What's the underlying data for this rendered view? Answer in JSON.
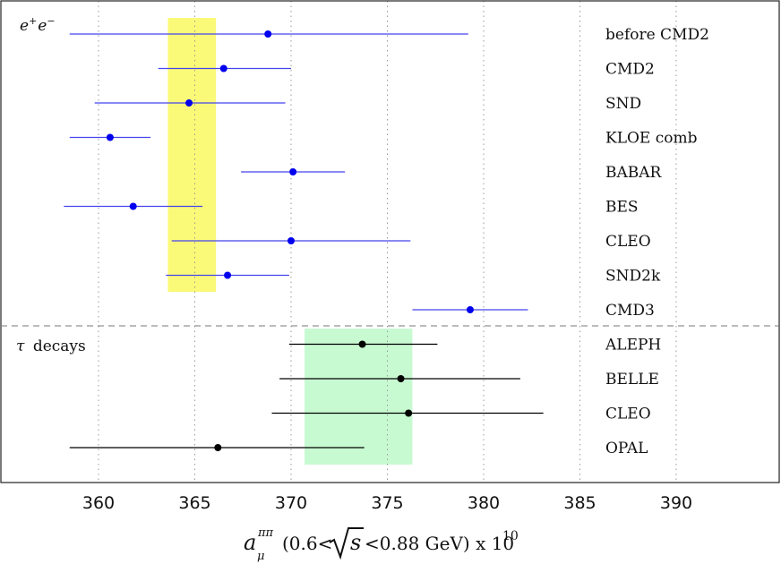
{
  "chart_data": {
    "type": "scatter",
    "title": "",
    "xlabel": {
      "symbol": "a",
      "subscript": "μ",
      "superscript": "ππ",
      "range_open": "(0.6<",
      "root": "s",
      "range_close": "<0.88 GeV) x 10",
      "exponent": "10"
    },
    "ylabel": "",
    "xlim": [
      355,
      395
    ],
    "xticks": [
      360,
      365,
      370,
      375,
      380,
      385,
      390
    ],
    "grid": "vertical dotted",
    "groups": [
      {
        "label_main": "e",
        "label_sup1": "+",
        "label_mid": "e",
        "label_sup2": "−",
        "band": [
          363.6,
          366.1
        ],
        "band_color": "#fafa78",
        "point_color": "#0000ee",
        "line_color": "#4444ee",
        "measurements": [
          {
            "experiment": "before CMD2",
            "value": 368.8,
            "low": 358.5,
            "high": 379.2
          },
          {
            "experiment": "CMD2",
            "value": 366.5,
            "low": 363.1,
            "high": 370.0
          },
          {
            "experiment": "SND",
            "value": 364.7,
            "low": 359.8,
            "high": 369.7
          },
          {
            "experiment": "KLOE comb",
            "value": 360.6,
            "low": 358.5,
            "high": 362.7
          },
          {
            "experiment": "BABAR",
            "value": 370.1,
            "low": 367.4,
            "high": 372.8
          },
          {
            "experiment": "BES",
            "value": 361.8,
            "low": 358.2,
            "high": 365.4
          },
          {
            "experiment": "CLEO",
            "value": 370.0,
            "low": 363.8,
            "high": 376.2
          },
          {
            "experiment": "SND2k",
            "value": 366.7,
            "low": 363.5,
            "high": 369.9
          },
          {
            "experiment": "CMD3",
            "value": 379.3,
            "low": 376.3,
            "high": 382.3
          }
        ]
      },
      {
        "label_symbol": "τ",
        "label_text": "decays",
        "band": [
          370.7,
          376.3
        ],
        "band_color": "#c8fad2",
        "point_color": "#000000",
        "line_color": "#000000",
        "measurements": [
          {
            "experiment": "ALEPH",
            "value": 373.7,
            "low": 369.9,
            "high": 377.6
          },
          {
            "experiment": "BELLE",
            "value": 375.7,
            "low": 369.4,
            "high": 381.9
          },
          {
            "experiment": "CLEO",
            "value": 376.1,
            "low": 369.0,
            "high": 383.1
          },
          {
            "experiment": "OPAL",
            "value": 366.2,
            "low": 358.5,
            "high": 373.8
          }
        ]
      }
    ]
  }
}
